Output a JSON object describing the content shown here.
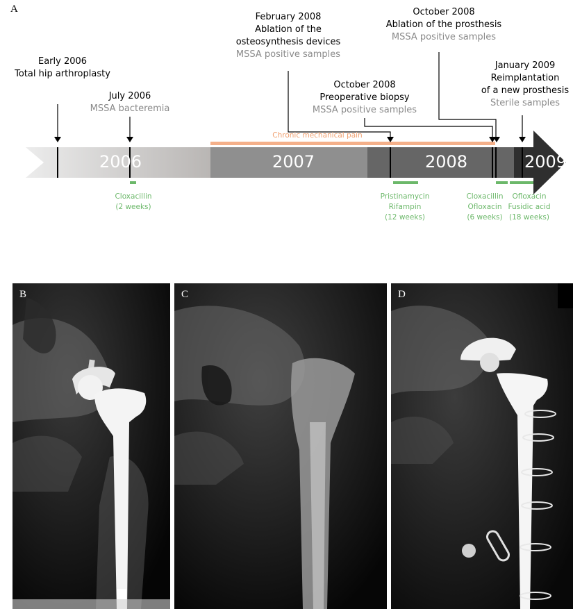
{
  "panel_a": {
    "letter": "A",
    "years": [
      "2006",
      "2007",
      "2008",
      "2009"
    ],
    "pain_label": "Chronic mechanical pain",
    "events": [
      {
        "lines_black": [
          "Early 2006",
          "Total hip arthroplasty"
        ],
        "lines_gray": []
      },
      {
        "lines_black": [
          "July 2006"
        ],
        "lines_gray": [
          "MSSA bacteremia"
        ]
      },
      {
        "lines_black": [
          "February 2008",
          "Ablation of the",
          "osteosynthesis devices"
        ],
        "lines_gray": [
          "MSSA positive samples"
        ]
      },
      {
        "lines_black": [
          "October 2008",
          "Preoperative biopsy"
        ],
        "lines_gray": [
          "MSSA positive samples"
        ]
      },
      {
        "lines_black": [
          "October 2008",
          "Ablation of the prosthesis"
        ],
        "lines_gray": [
          "MSSA positive samples"
        ]
      },
      {
        "lines_black": [
          "January 2009",
          "Reimplantation",
          "of a new prosthesis"
        ],
        "lines_gray": [
          "Sterile samples"
        ]
      }
    ],
    "antibiotics": [
      {
        "lines": [
          "Cloxacillin",
          "(2 weeks)"
        ]
      },
      {
        "lines": [
          "Pristinamycin",
          "Rifampin",
          "(12 weeks)"
        ]
      },
      {
        "lines": [
          "Cloxacillin",
          "Ofloxacin",
          "(6 weeks)"
        ]
      },
      {
        "lines": [
          "Ofloxacin",
          "Fusidic acid",
          "(18 weeks)"
        ]
      }
    ],
    "colors": {
      "antibiotic_green": "#6cb86a",
      "pain_orange": "#f4b08a",
      "gray_text": "#8a8a8a"
    }
  },
  "panel_b": {
    "letter": "B"
  },
  "panel_c": {
    "letter": "C"
  },
  "panel_d": {
    "letter": "D"
  }
}
